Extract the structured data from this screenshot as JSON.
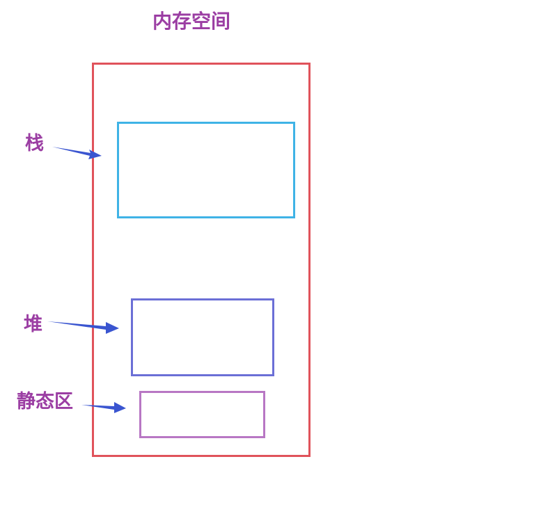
{
  "title": "内存空间",
  "labels": {
    "stack": "栈",
    "heap": "堆",
    "static": "静态区"
  },
  "colors": {
    "text": "#9b3ea3",
    "memory_border": "#e0535b",
    "stack_border": "#3fb3e6",
    "heap_border": "#6b6fd6",
    "static_border": "#b877c4",
    "arrow": "#3a55d0"
  }
}
